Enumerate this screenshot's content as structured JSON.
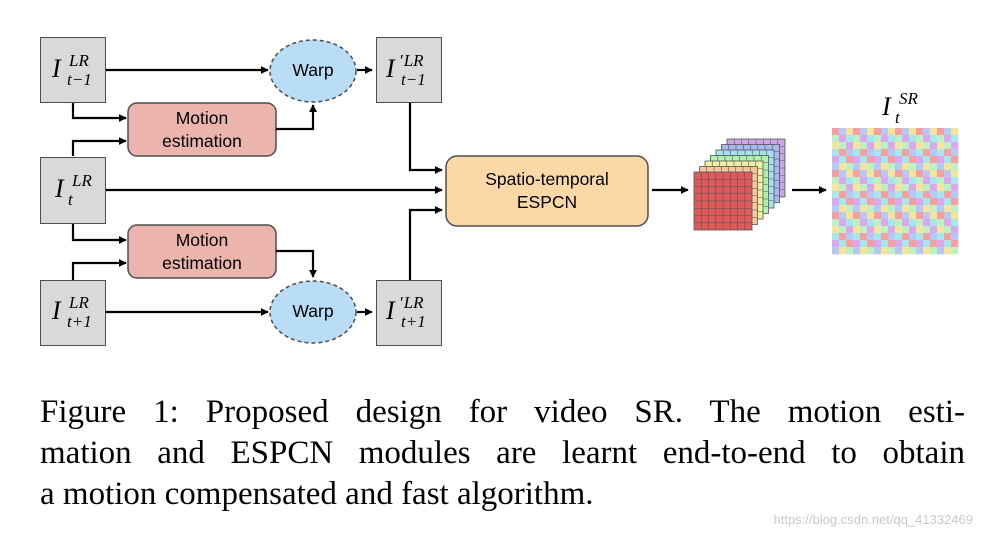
{
  "frames": {
    "prev": {
      "base": "I",
      "sup": "LR",
      "sub": "t−1"
    },
    "curr": {
      "base": "I",
      "sup": "LR",
      "sub": "t"
    },
    "next": {
      "base": "I",
      "sup": "LR",
      "sub": "t+1"
    },
    "warped_prev": {
      "base": "I",
      "prime": "′",
      "sup": "LR",
      "sub": "t−1"
    },
    "warped_next": {
      "base": "I",
      "prime": "′",
      "sup": "LR",
      "sub": "t+1"
    }
  },
  "modules": {
    "motion_top": {
      "line1": "Motion",
      "line2": "estimation",
      "color": "#ebb5ad"
    },
    "motion_bottom": {
      "line1": "Motion",
      "line2": "estimation",
      "color": "#ebb5ad"
    },
    "warp_top": {
      "label": "Warp",
      "color": "#b9dcf7"
    },
    "warp_bottom": {
      "label": "Warp",
      "color": "#b9dcf7"
    },
    "espcn": {
      "line1": "Spatio-temporal",
      "line2": "ESPCN",
      "color": "#fdd8a7"
    }
  },
  "output": {
    "base": "I",
    "sup": "SR",
    "sub": "t"
  },
  "feature_map_colors": [
    "#c9a6e0",
    "#a8b8f0",
    "#a8e0f0",
    "#b0f0b0",
    "#f0f0a0",
    "#f5c89a",
    "#e05a5a"
  ],
  "sr_grid_colors": [
    "#f4a0a0",
    "#b6c9f5",
    "#f5e59c",
    "#bdf0c2",
    "#d9a8ee",
    "#a8e6ee"
  ],
  "caption": {
    "line1": "Figure 1: Proposed design for video SR. The motion esti-",
    "line2": "mation and ESPCN modules are learnt end-to-end to obtain",
    "line3": "a motion compensated and fast algorithm."
  },
  "watermark": "https://blog.csdn.net/qq_41332469"
}
